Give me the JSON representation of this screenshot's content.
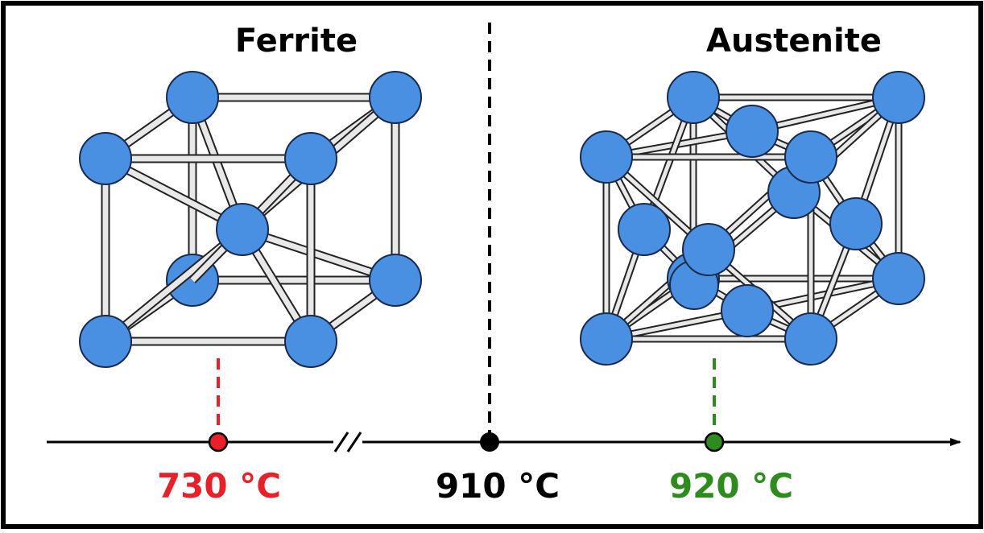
{
  "labels": {
    "ferrite": "Ferrite",
    "austenite": "Austenite",
    "temp_ferrite": "730 °C",
    "temp_transition": "910 °C",
    "temp_austenite": "920 °C"
  },
  "colors": {
    "atom_fill": "#4a90e2",
    "atom_stroke": "#1a2a4a",
    "bond_fill": "#e8e8e8",
    "bond_stroke": "#222222",
    "ferrite_marker": "#e8202a",
    "transition_marker": "#000000",
    "austenite_marker": "#2e8b1e",
    "axis": "#000000",
    "frame": "#000000"
  },
  "icons": {
    "axis_arrow": "arrow-right-icon",
    "axis_break": "axis-break-icon"
  }
}
